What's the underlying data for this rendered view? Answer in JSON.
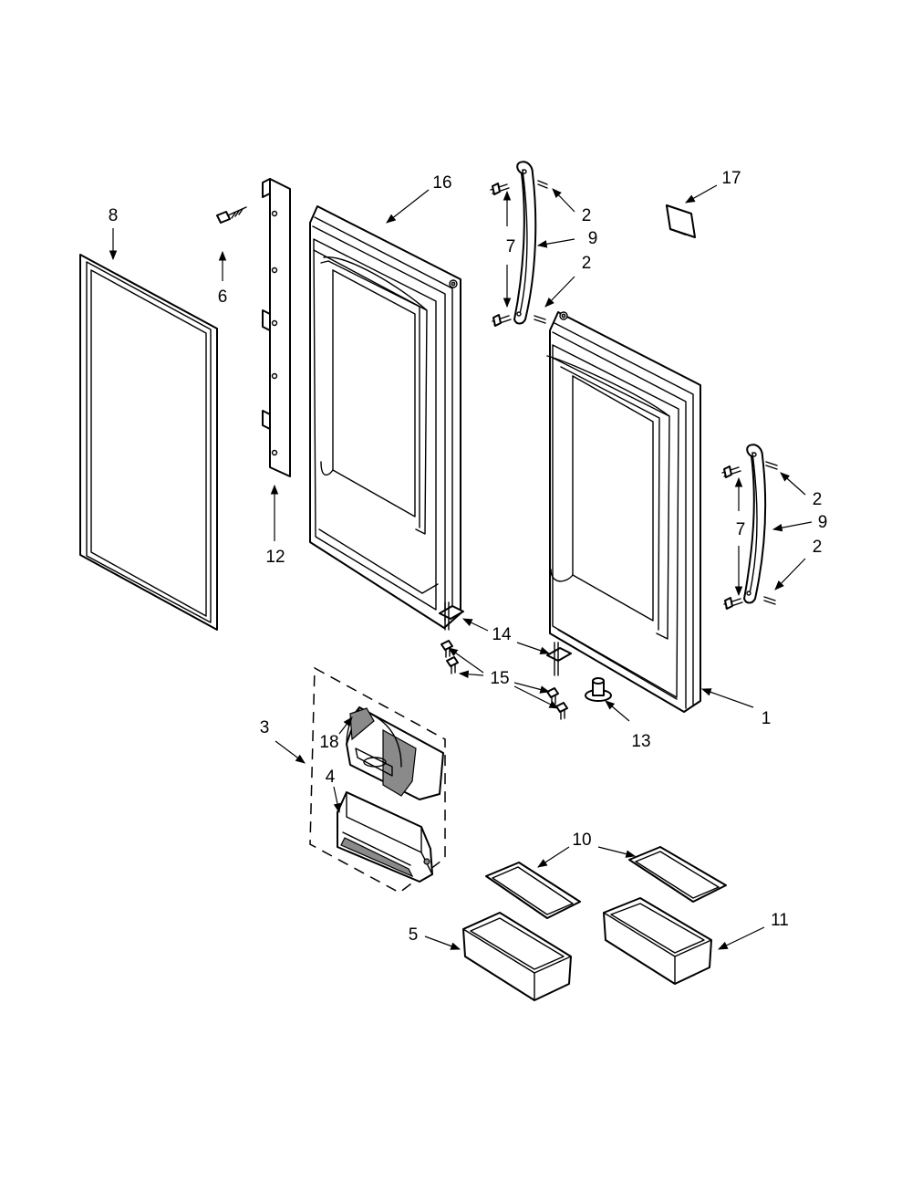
{
  "callouts": {
    "c1": "1",
    "c2a": "2",
    "c2b": "2",
    "c2c": "2",
    "c2d": "2",
    "c3": "3",
    "c4": "4",
    "c5": "5",
    "c6": "6",
    "c7a": "7",
    "c7b": "7",
    "c8": "8",
    "c9a": "9",
    "c9b": "9",
    "c10": "10",
    "c11": "11",
    "c12": "12",
    "c13": "13",
    "c14": "14",
    "c15": "15",
    "c16": "16",
    "c17": "17",
    "c18": "18"
  },
  "parts": {
    "1": "right-door",
    "2": "handle-screw",
    "3": "dispenser-module",
    "4": "bin",
    "5": "door-bin",
    "6": "screw",
    "7": "stud",
    "8": "door-gasket",
    "9": "door-handle",
    "10": "bin-lid",
    "11": "door-bin",
    "12": "hinge-bracket",
    "13": "hinge-bushing",
    "14": "bottom-hinge",
    "15": "hinge-screw",
    "16": "left-door",
    "17": "label",
    "18": "dispenser-housing"
  },
  "colors": {
    "line": "#000000",
    "background": "#ffffff"
  }
}
